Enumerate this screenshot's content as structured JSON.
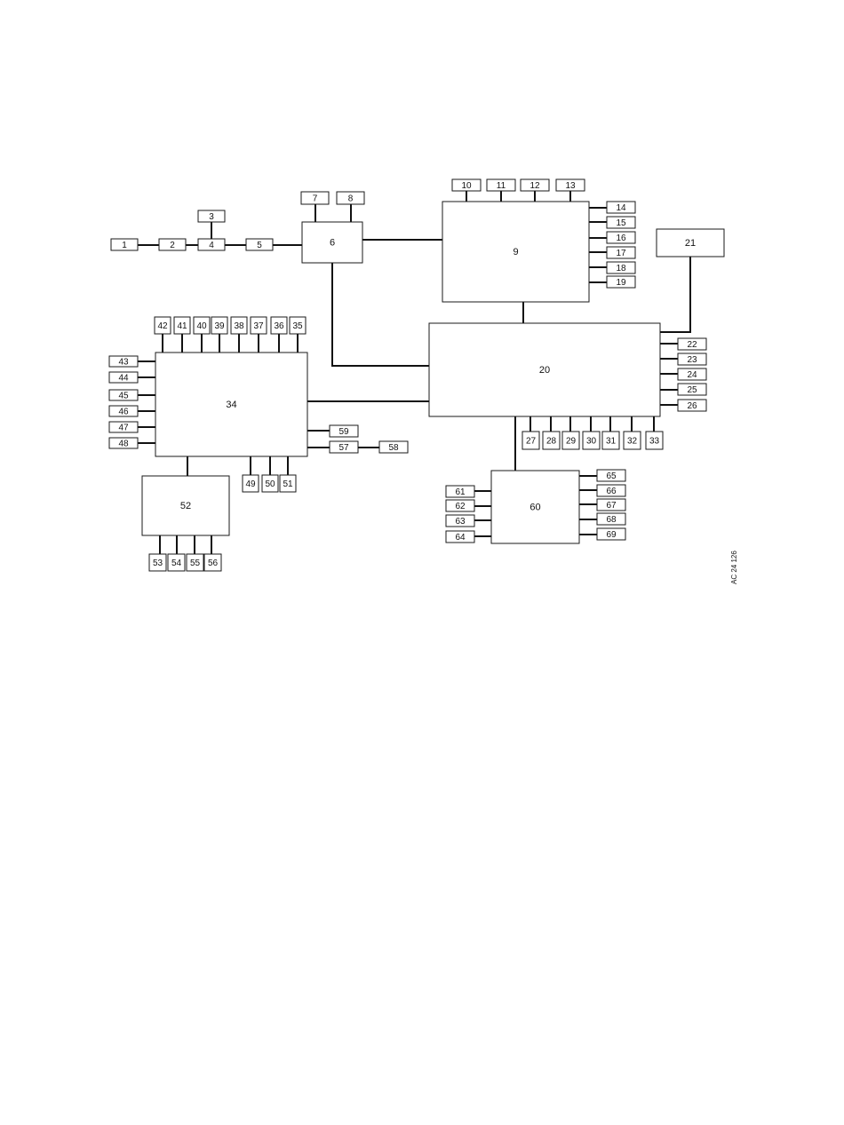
{
  "diagram": {
    "nodes": [
      {
        "id": "1",
        "label": "1"
      },
      {
        "id": "2",
        "label": "2"
      },
      {
        "id": "3",
        "label": "3"
      },
      {
        "id": "4",
        "label": "4"
      },
      {
        "id": "5",
        "label": "5"
      },
      {
        "id": "6",
        "label": "6"
      },
      {
        "id": "7",
        "label": "7"
      },
      {
        "id": "8",
        "label": "8"
      },
      {
        "id": "9",
        "label": "9"
      },
      {
        "id": "10",
        "label": "10"
      },
      {
        "id": "11",
        "label": "11"
      },
      {
        "id": "12",
        "label": "12"
      },
      {
        "id": "13",
        "label": "13"
      },
      {
        "id": "14",
        "label": "14"
      },
      {
        "id": "15",
        "label": "15"
      },
      {
        "id": "16",
        "label": "16"
      },
      {
        "id": "17",
        "label": "17"
      },
      {
        "id": "18",
        "label": "18"
      },
      {
        "id": "19",
        "label": "19"
      },
      {
        "id": "20",
        "label": "20"
      },
      {
        "id": "21",
        "label": "21"
      },
      {
        "id": "22",
        "label": "22"
      },
      {
        "id": "23",
        "label": "23"
      },
      {
        "id": "24",
        "label": "24"
      },
      {
        "id": "25",
        "label": "25"
      },
      {
        "id": "26",
        "label": "26"
      },
      {
        "id": "27",
        "label": "27"
      },
      {
        "id": "28",
        "label": "28"
      },
      {
        "id": "29",
        "label": "29"
      },
      {
        "id": "30",
        "label": "30"
      },
      {
        "id": "31",
        "label": "31"
      },
      {
        "id": "32",
        "label": "32"
      },
      {
        "id": "33",
        "label": "33"
      },
      {
        "id": "34",
        "label": "34"
      },
      {
        "id": "35",
        "label": "35"
      },
      {
        "id": "36",
        "label": "36"
      },
      {
        "id": "37",
        "label": "37"
      },
      {
        "id": "38",
        "label": "38"
      },
      {
        "id": "39",
        "label": "39"
      },
      {
        "id": "40",
        "label": "40"
      },
      {
        "id": "41",
        "label": "41"
      },
      {
        "id": "42",
        "label": "42"
      },
      {
        "id": "43",
        "label": "43"
      },
      {
        "id": "44",
        "label": "44"
      },
      {
        "id": "45",
        "label": "45"
      },
      {
        "id": "46",
        "label": "46"
      },
      {
        "id": "47",
        "label": "47"
      },
      {
        "id": "48",
        "label": "48"
      },
      {
        "id": "49",
        "label": "49"
      },
      {
        "id": "50",
        "label": "50"
      },
      {
        "id": "51",
        "label": "51"
      },
      {
        "id": "52",
        "label": "52"
      },
      {
        "id": "53",
        "label": "53"
      },
      {
        "id": "54",
        "label": "54"
      },
      {
        "id": "55",
        "label": "55"
      },
      {
        "id": "56",
        "label": "56"
      },
      {
        "id": "57",
        "label": "57"
      },
      {
        "id": "58",
        "label": "58"
      },
      {
        "id": "59",
        "label": "59"
      },
      {
        "id": "60",
        "label": "60"
      },
      {
        "id": "61",
        "label": "61"
      },
      {
        "id": "62",
        "label": "62"
      },
      {
        "id": "63",
        "label": "63"
      },
      {
        "id": "64",
        "label": "64"
      },
      {
        "id": "65",
        "label": "65"
      },
      {
        "id": "66",
        "label": "66"
      },
      {
        "id": "67",
        "label": "67"
      },
      {
        "id": "68",
        "label": "68"
      },
      {
        "id": "69",
        "label": "69"
      }
    ],
    "edges": [
      [
        "1",
        "2"
      ],
      [
        "2",
        "4"
      ],
      [
        "3",
        "4"
      ],
      [
        "4",
        "5"
      ],
      [
        "5",
        "6"
      ],
      [
        "7",
        "6"
      ],
      [
        "8",
        "6"
      ],
      [
        "6",
        "9"
      ],
      [
        "6",
        "20"
      ],
      [
        "10",
        "9"
      ],
      [
        "11",
        "9"
      ],
      [
        "12",
        "9"
      ],
      [
        "13",
        "9"
      ],
      [
        "9",
        "14"
      ],
      [
        "9",
        "15"
      ],
      [
        "9",
        "16"
      ],
      [
        "9",
        "17"
      ],
      [
        "9",
        "18"
      ],
      [
        "9",
        "19"
      ],
      [
        "9",
        "20"
      ],
      [
        "21",
        "20"
      ],
      [
        "20",
        "22"
      ],
      [
        "20",
        "23"
      ],
      [
        "20",
        "24"
      ],
      [
        "20",
        "25"
      ],
      [
        "20",
        "26"
      ],
      [
        "20",
        "27"
      ],
      [
        "20",
        "28"
      ],
      [
        "20",
        "29"
      ],
      [
        "20",
        "30"
      ],
      [
        "20",
        "31"
      ],
      [
        "20",
        "32"
      ],
      [
        "20",
        "33"
      ],
      [
        "34",
        "20"
      ],
      [
        "20",
        "60"
      ],
      [
        "35",
        "34"
      ],
      [
        "36",
        "34"
      ],
      [
        "37",
        "34"
      ],
      [
        "38",
        "34"
      ],
      [
        "39",
        "34"
      ],
      [
        "40",
        "34"
      ],
      [
        "41",
        "34"
      ],
      [
        "42",
        "34"
      ],
      [
        "43",
        "34"
      ],
      [
        "44",
        "34"
      ],
      [
        "45",
        "34"
      ],
      [
        "46",
        "34"
      ],
      [
        "47",
        "34"
      ],
      [
        "48",
        "34"
      ],
      [
        "34",
        "49"
      ],
      [
        "34",
        "50"
      ],
      [
        "34",
        "51"
      ],
      [
        "34",
        "52"
      ],
      [
        "34",
        "59"
      ],
      [
        "34",
        "57"
      ],
      [
        "57",
        "58"
      ],
      [
        "52",
        "53"
      ],
      [
        "52",
        "54"
      ],
      [
        "52",
        "55"
      ],
      [
        "52",
        "56"
      ],
      [
        "61",
        "60"
      ],
      [
        "62",
        "60"
      ],
      [
        "63",
        "60"
      ],
      [
        "64",
        "60"
      ],
      [
        "60",
        "65"
      ],
      [
        "60",
        "66"
      ],
      [
        "60",
        "67"
      ],
      [
        "60",
        "68"
      ],
      [
        "60",
        "69"
      ]
    ],
    "figure_code": "AC 24 126"
  }
}
